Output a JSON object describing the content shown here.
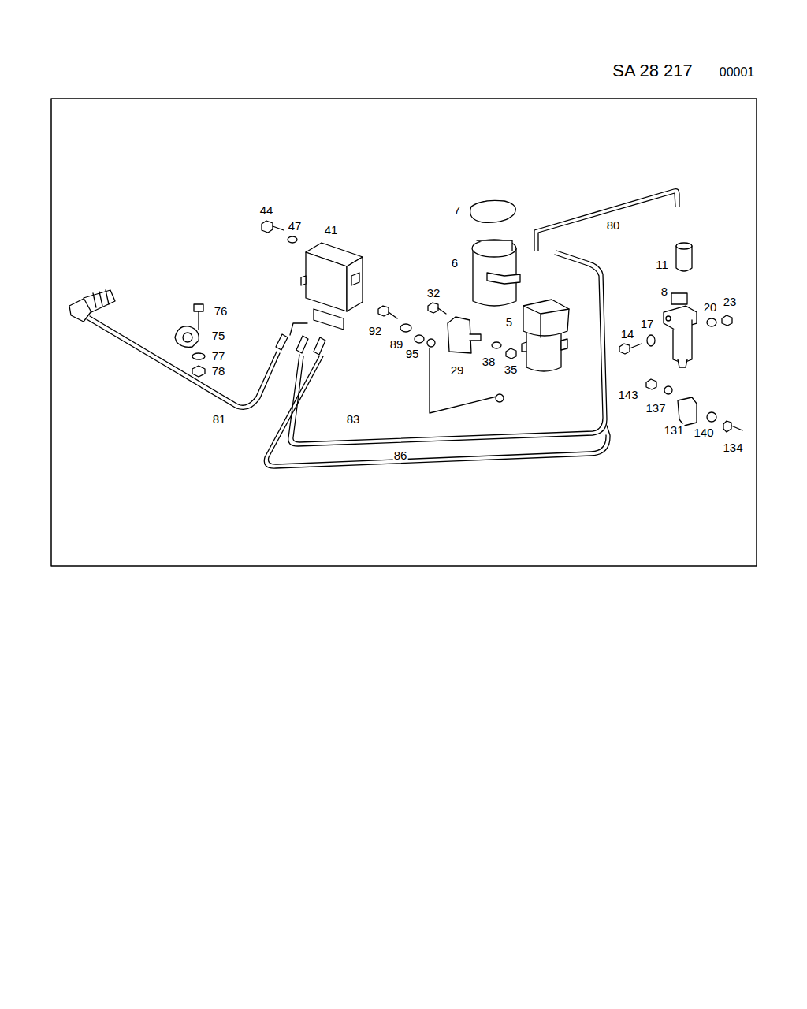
{
  "diagram": {
    "labels": [
      "SA 28 217",
      "00001",
      "44",
      "47",
      "41",
      "7",
      "80",
      "6",
      "11",
      "76",
      "8",
      "20",
      "23",
      "32",
      "75",
      "92",
      "89",
      "95",
      "5",
      "14",
      "17",
      "77",
      "78",
      "29",
      "38",
      "35",
      "143",
      "137",
      "131",
      "140",
      "134",
      "81",
      "83",
      "86"
    ]
  }
}
